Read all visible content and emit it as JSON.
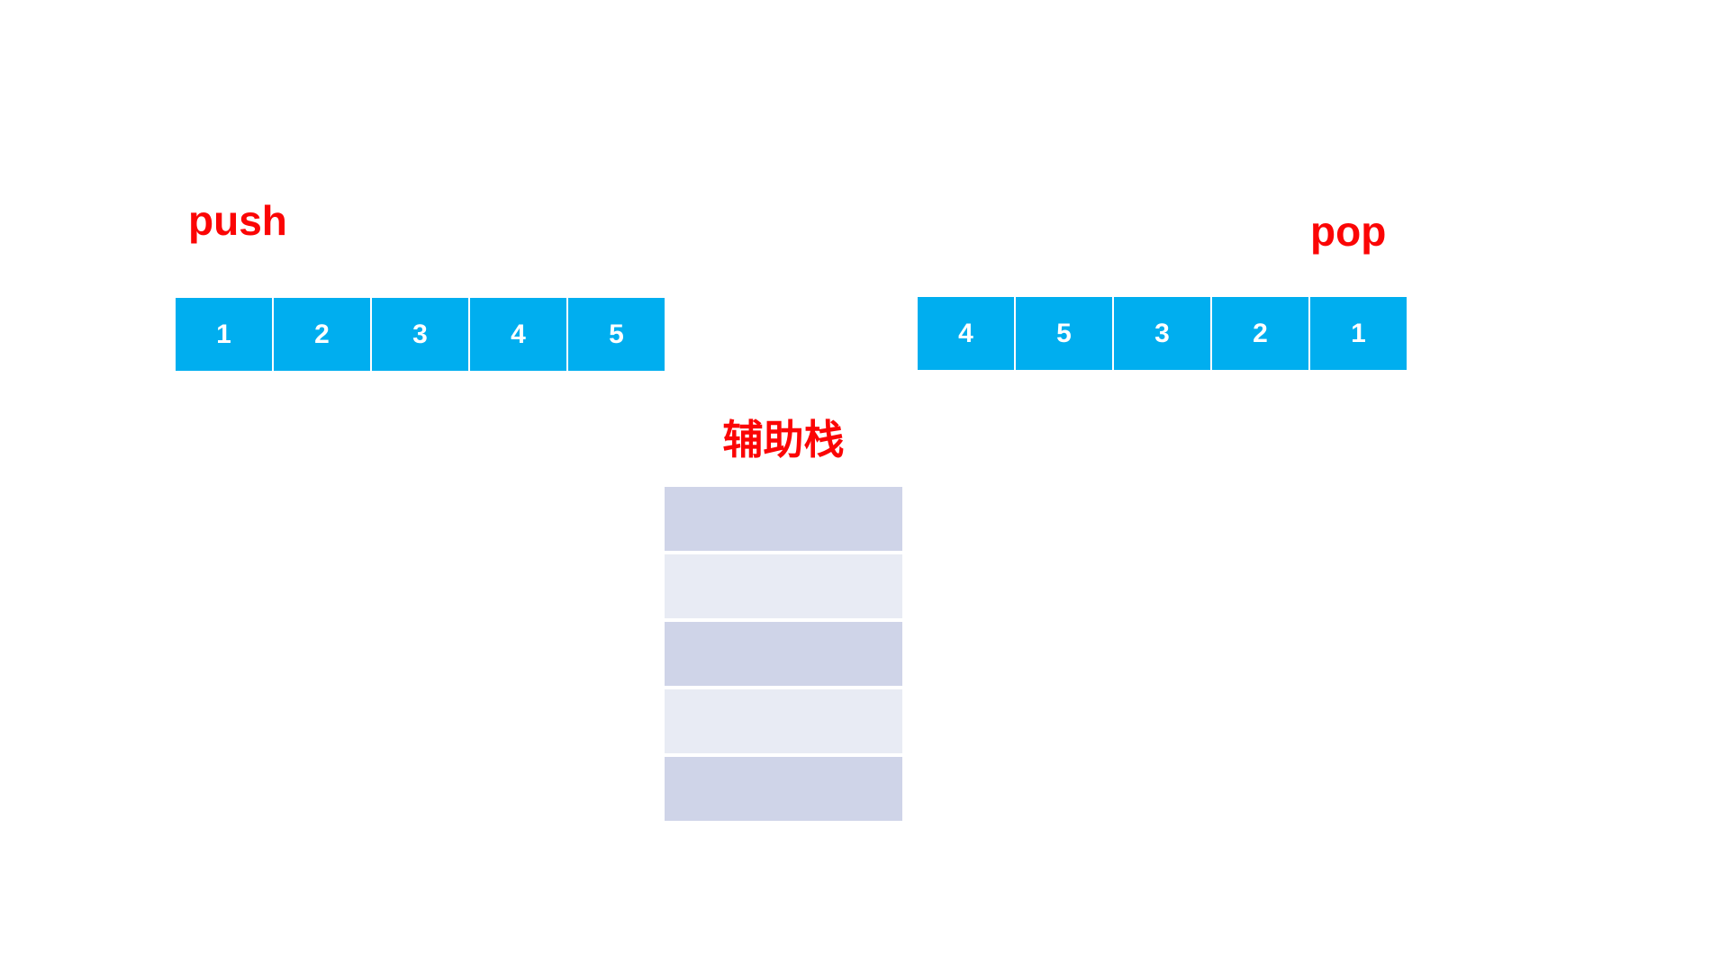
{
  "labels": {
    "push": "push",
    "pop": "pop",
    "aux_stack": "辅助栈"
  },
  "push_sequence": {
    "description": "order of elements pushed (left to right)",
    "cells": [
      "1",
      "2",
      "3",
      "4",
      "5"
    ]
  },
  "pop_sequence": {
    "description": "order of elements popped (left to right)",
    "cells": [
      "4",
      "5",
      "3",
      "2",
      "1"
    ]
  },
  "aux_stack": {
    "slot_count": 5,
    "slots_empty": true,
    "slot_pattern": [
      "dark",
      "light",
      "dark",
      "light",
      "dark"
    ]
  },
  "colors": {
    "cell_blue": "#00aeef",
    "label_red": "#fb0505",
    "aux_slot_dark": "#cfd4e8",
    "aux_slot_light": "#e8ebf4",
    "cell_text": "#ffffff",
    "background": "#ffffff"
  }
}
